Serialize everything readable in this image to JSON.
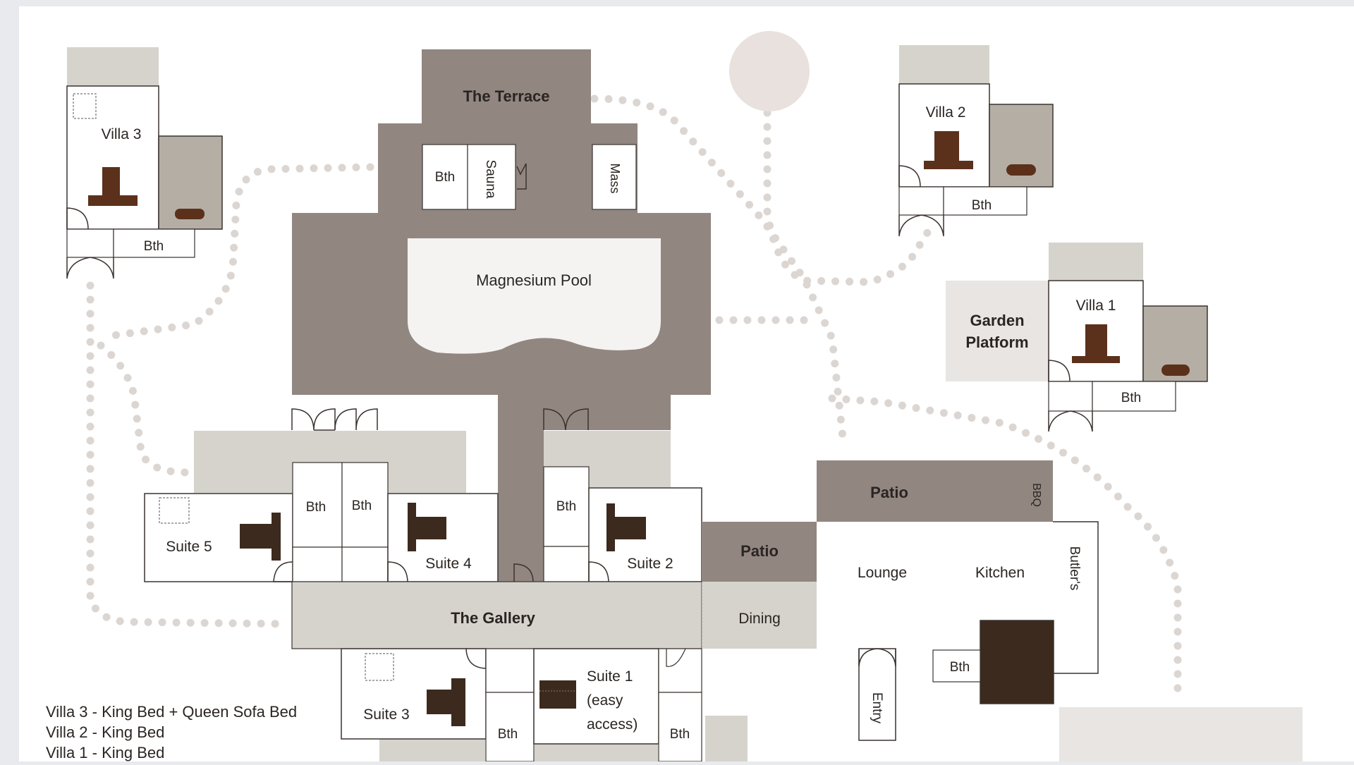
{
  "labels": {
    "terrace": "The Terrace",
    "pool": "Magnesium Pool",
    "sauna": "Sauna",
    "mass": "Mass",
    "bth": "Bth",
    "villa3": "Villa 3",
    "villa2": "Villa 2",
    "villa1": "Villa 1",
    "garden_line1": "Garden",
    "garden_line2": "Platform",
    "suite5": "Suite 5",
    "suite4": "Suite 4",
    "suite2": "Suite 2",
    "suite3": "Suite 3",
    "suite1_line1": "Suite 1",
    "suite1_line2": "(easy",
    "suite1_line3": "access)",
    "gallery": "The Gallery",
    "patio": "Patio",
    "bbq": "BBQ",
    "lounge": "Lounge",
    "kitchen": "Kitchen",
    "butlers": "Butler's",
    "dining": "Dining",
    "entry": "Entry"
  },
  "legend": [
    "Villa 3  -  King Bed +  Queen Sofa Bed",
    "Villa 2 -   King Bed",
    "Villa 1 -   King Bed"
  ],
  "colors": {
    "page_bg": "#e9eaed",
    "plan_bg": "#ffffff",
    "dark_taupe": "#918680",
    "light_taupe": "#d6d3cd",
    "medium_taupe": "#b5aea5",
    "garden_bg": "#e8e5e3",
    "bed_brown": "#5b311c",
    "fireplace": "#3d2a1e",
    "path_dots": "#dcd6d3",
    "wall": "#3a3330"
  }
}
